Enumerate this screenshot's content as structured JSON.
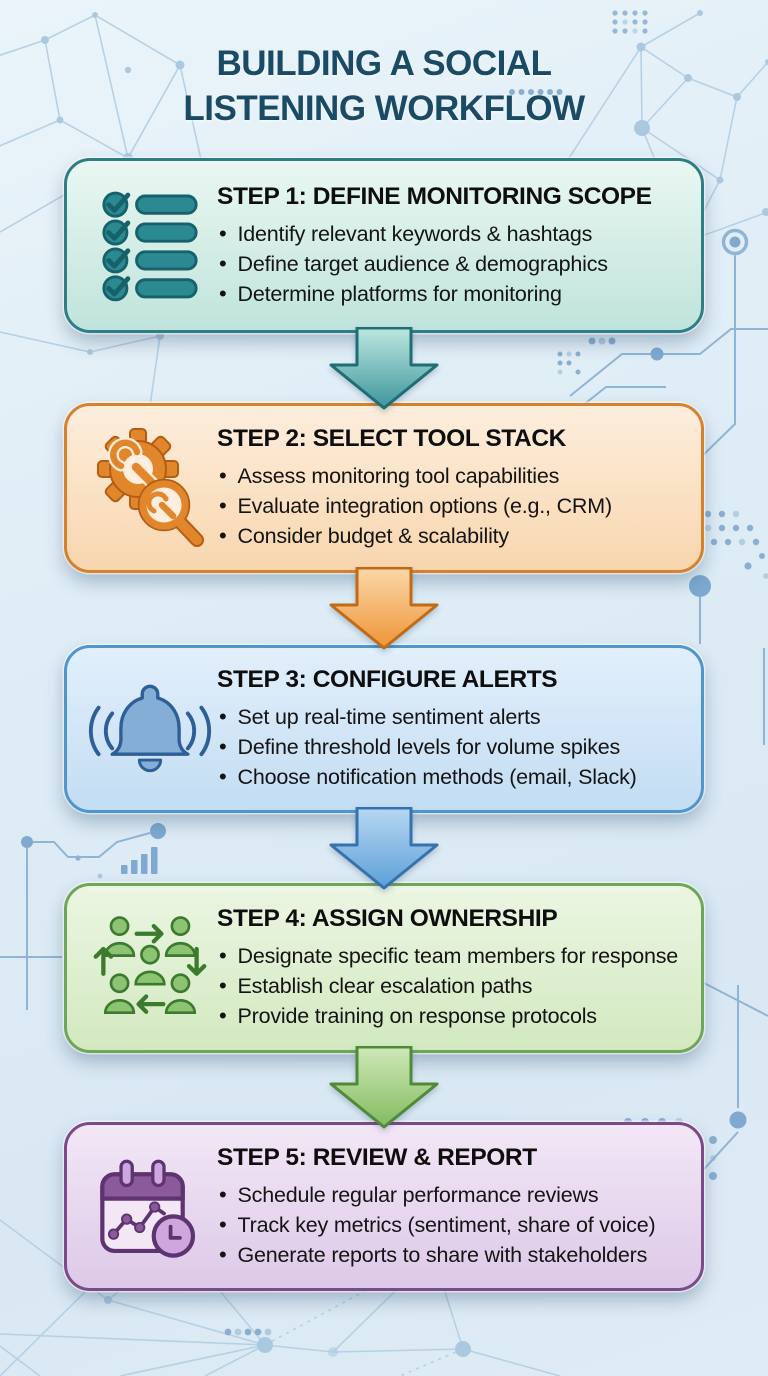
{
  "title": {
    "line1": "BUILDING A SOCIAL",
    "line2": "LISTENING WORKFLOW"
  },
  "steps": [
    {
      "title": "STEP 1: DEFINE MONITORING SCOPE",
      "bullets": [
        "Identify relevant keywords & hashtags",
        "Define target audience & demographics",
        "Determine platforms for monitoring"
      ],
      "icon": "checklist-icon",
      "theme": {
        "border": "#2f7e86",
        "fill_top": "#eaf7f2",
        "fill_bottom": "#bfe4db",
        "icon_main": "#2b8a91",
        "icon_dark": "#17616a",
        "arrow_light": "#bce6e0",
        "arrow_main": "#3f969d",
        "arrow_dark": "#1f6d75"
      }
    },
    {
      "title": "STEP 2: SELECT TOOL STACK",
      "bullets": [
        "Assess monitoring tool capabilities",
        "Evaluate integration options (e.g., CRM)",
        "Consider budget & scalability"
      ],
      "icon": "tools-icon",
      "theme": {
        "border": "#d8812d",
        "fill_top": "#fdeedd",
        "fill_bottom": "#f8d6ae",
        "icon_main": "#e2862c",
        "icon_dark": "#b25e15",
        "arrow_light": "#fad7a8",
        "arrow_main": "#ef9537",
        "arrow_dark": "#c06c17"
      }
    },
    {
      "title": "STEP 3: CONFIGURE ALERTS",
      "bullets": [
        "Set up real-time sentiment alerts",
        "Define threshold levels for volume spikes",
        "Choose notification methods (email, Slack)"
      ],
      "icon": "alert-bell-icon",
      "theme": {
        "border": "#4e96cb",
        "fill_top": "#e2effb",
        "fill_bottom": "#c3ddf3",
        "icon_main": "#85aed6",
        "icon_dark": "#2e5f97",
        "arrow_light": "#b7d7f1",
        "arrow_main": "#5d9fd8",
        "arrow_dark": "#3572ae"
      }
    },
    {
      "title": "STEP 4: ASSIGN OWNERSHIP",
      "bullets": [
        "Designate specific team members for response",
        "Establish clear escalation paths",
        "Provide training on response protocols"
      ],
      "icon": "team-workflow-icon",
      "theme": {
        "border": "#6fa658",
        "fill_top": "#ecf6e3",
        "fill_bottom": "#d2e9c0",
        "icon_main": "#8cc474",
        "icon_dark": "#3c7a2e",
        "arrow_light": "#cfe8b8",
        "arrow_main": "#82bb60",
        "arrow_dark": "#4f8a38"
      }
    },
    {
      "title": "STEP 5: REVIEW & REPORT",
      "bullets": [
        "Schedule regular performance reviews",
        "Track key metrics (sentiment, share of voice)",
        "Generate reports to share with stakeholders"
      ],
      "icon": "calendar-report-icon",
      "theme": {
        "border": "#7a4a89",
        "fill_top": "#f3e7f6",
        "fill_bottom": "#ddc9e8",
        "icon_main": "#8a5a9a",
        "icon_dark": "#5d3370",
        "icon_light": "#cfa6dd",
        "arrow_light": "#e3cdee",
        "arrow_main": "#a678b8",
        "arrow_dark": "#6d4080"
      }
    }
  ],
  "background": {
    "base": "#dfedf6",
    "mesh_color": "#b7d1e4",
    "circuit_color": "#8fb5d6",
    "dot_color": "#7fa9cf"
  }
}
